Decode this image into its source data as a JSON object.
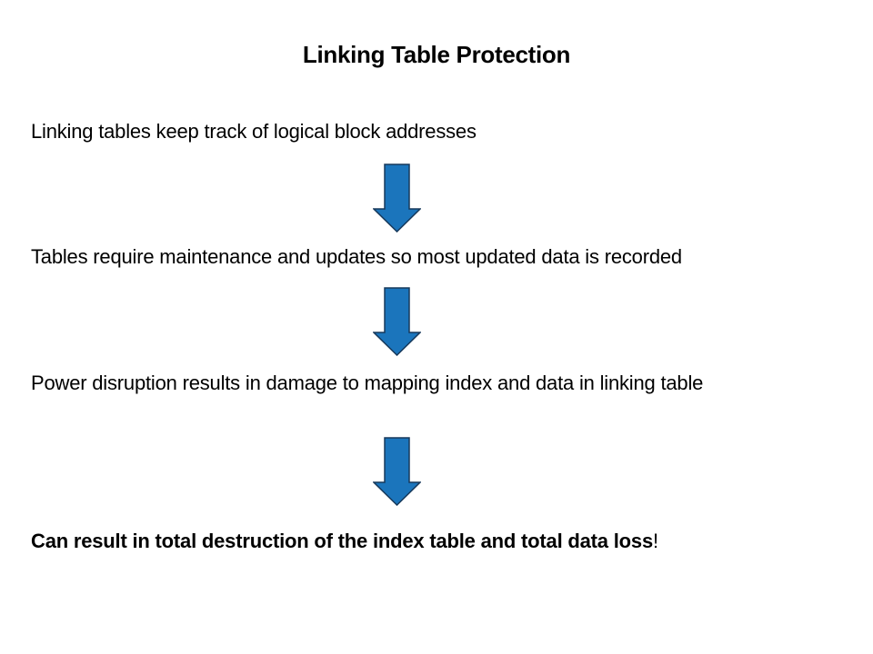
{
  "slide": {
    "title": "Linking Table Protection",
    "steps": [
      {
        "text": "Linking tables keep track of logical block addresses"
      },
      {
        "text": "Tables require maintenance and updates so most updated data is recorded"
      },
      {
        "text": "Power disruption results in damage to mapping index and data in linking table"
      },
      {
        "text": "Can result in total destruction of the index table and total data loss",
        "suffix": "!"
      }
    ],
    "colors": {
      "background": "#FFFFFF",
      "text": "#000000",
      "arrow_fill": "#1B75BC",
      "arrow_outline": "#17395B"
    }
  }
}
